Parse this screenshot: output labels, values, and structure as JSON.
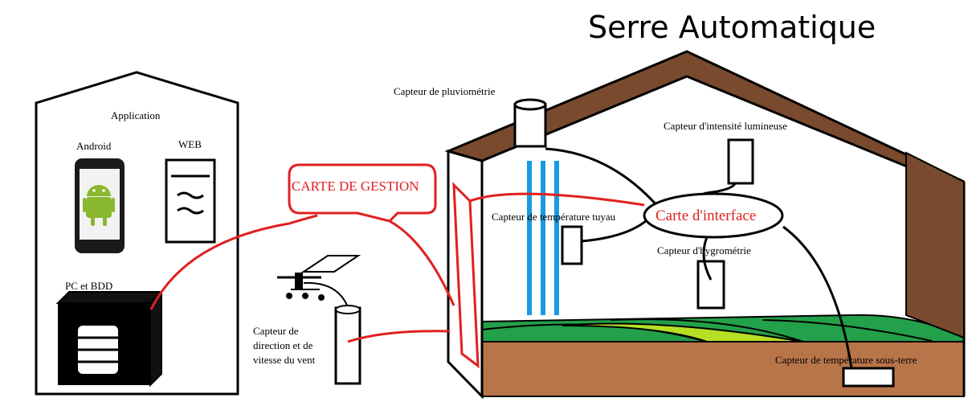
{
  "title": "Serre Automatique",
  "app_panel": {
    "application_label": "Application",
    "android_label": "Android",
    "web_label": "WEB",
    "pc_label": "PC et BDD"
  },
  "management_card": "CARTE DE GESTION",
  "interface_card": "Carte d'interface",
  "sensors": {
    "rain": "Capteur de pluviométrie",
    "light": "Capteur d'intensité lumineuse",
    "pipe_temp": "Capteur de température tuyau",
    "humidity": "Capteur d'hygrométrie",
    "soil_temp": "Capteur de température sous-terre",
    "wind_line1": "Capteur de",
    "wind_line2": "direction et de",
    "wind_line3": "vitesse du vent"
  },
  "colors": {
    "roof": "#7a4a2e",
    "soil": "#b9754a",
    "grass": "#23a04a",
    "light_grass": "#b6e024",
    "water": "#1a9ae0",
    "wire_red": "#e02020"
  }
}
